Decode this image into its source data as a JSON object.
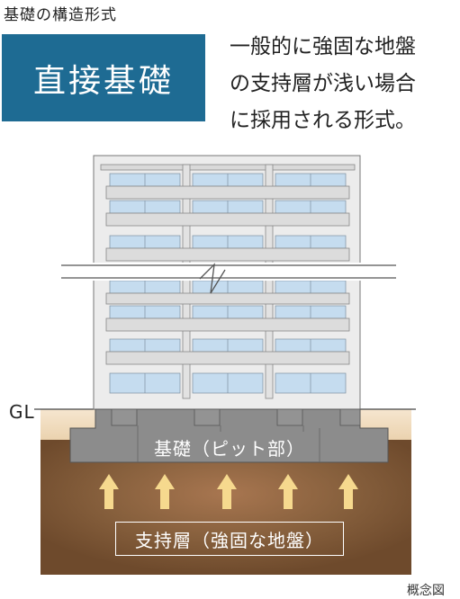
{
  "header": {
    "title": "基礎の構造形式"
  },
  "badge": {
    "label": "直接基礎"
  },
  "description": {
    "lines": [
      "一般的に強固な地盤",
      "の支持層が浅い場合",
      "に採用される形式。"
    ]
  },
  "diagram": {
    "ground_level_label": "GL",
    "foundation_label": "基礎（ピット部）",
    "bearing_layer_label": "支持層（強固な地盤）",
    "note": "概念図",
    "icons": [
      "building-icon",
      "break-line-icon",
      "upward-arrow-icon"
    ],
    "colors": {
      "badge": "#1e6b93",
      "soil": "#7a5232",
      "soil_glow": "#a87650",
      "ground_surface": "#f3dfc3",
      "foundation": "#8c8c8c",
      "building": "#ebebeb",
      "window": "#c5dcef",
      "arrow": "#f6d98e"
    }
  }
}
